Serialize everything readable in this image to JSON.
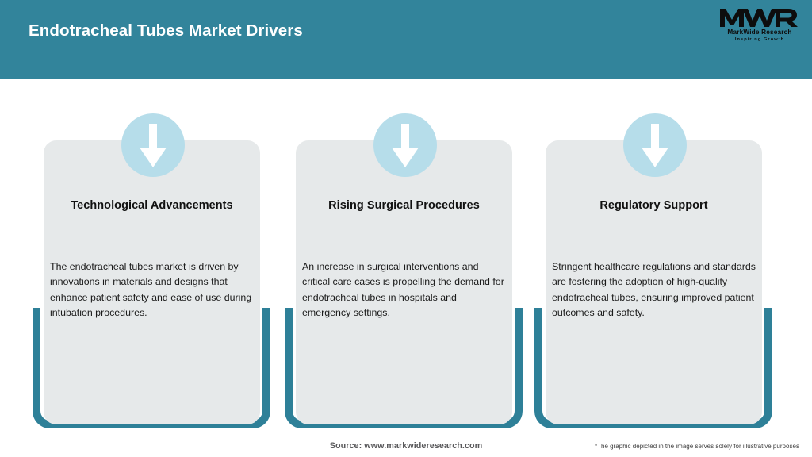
{
  "header": {
    "title": "Endotracheal Tubes Market Drivers",
    "background_color": "#32849B",
    "logo": {
      "mark": "MWR",
      "name": "MarkWide Research",
      "tagline": "Inspiring Growth"
    }
  },
  "cards": [
    {
      "icon": "down-arrow-icon",
      "title": "Technological Advancements",
      "body": "The endotracheal tubes market is driven by innovations in materials and designs that enhance patient safety and ease of use during intubation procedures."
    },
    {
      "icon": "down-arrow-icon",
      "title": "Rising Surgical Procedures",
      "body": "An increase in surgical interventions and critical care cases is propelling the demand for endotracheal tubes in hospitals and emergency settings."
    },
    {
      "icon": "down-arrow-icon",
      "title": "Regulatory Support",
      "body": "Stringent healthcare regulations and standards are fostering the adoption of high-quality endotracheal tubes, ensuring improved patient outcomes and safety."
    }
  ],
  "footer": {
    "source": "Source: www.markwideresearch.com",
    "disclaimer": "*The graphic depicted in the image serves solely for illustrative purposes"
  },
  "colors": {
    "teal": "#2E8098",
    "header_teal": "#32849B",
    "card_gray": "#E6E9EA",
    "icon_blue": "#B6DDEA",
    "title_text": "#111111",
    "body_text": "#1a1a1a",
    "footer_text": "#59595B"
  }
}
